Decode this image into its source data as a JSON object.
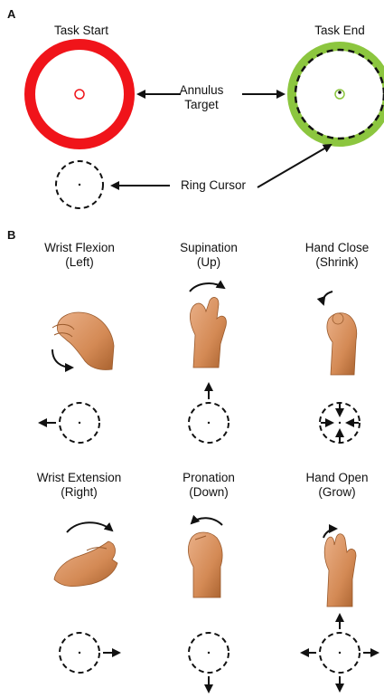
{
  "panel_a": {
    "label": "A",
    "task_start": "Task Start",
    "task_end": "Task End",
    "annulus_target": [
      "Annulus",
      "Target"
    ],
    "ring_cursor": "Ring Cursor",
    "colors": {
      "start_ring": "#f0141a",
      "end_ring": "#8cc63f",
      "cursor": "#111111"
    }
  },
  "panel_b": {
    "label": "B",
    "movements": [
      {
        "name": "Wrist Flexion",
        "direction": "(Left)",
        "gesture": "wrist-flexion-hand"
      },
      {
        "name": "Supination",
        "direction": "(Up)",
        "gesture": "supination-hand"
      },
      {
        "name": "Hand Close",
        "direction": "(Shrink)",
        "gesture": "hand-close"
      },
      {
        "name": "Wrist Extension",
        "direction": "(Right)",
        "gesture": "wrist-extension-hand"
      },
      {
        "name": "Pronation",
        "direction": "(Down)",
        "gesture": "pronation-hand"
      },
      {
        "name": "Hand Open",
        "direction": "(Grow)",
        "gesture": "hand-open"
      }
    ],
    "colors": {
      "skin": "#d9935f",
      "skin_shadow": "#b06a3c"
    }
  }
}
